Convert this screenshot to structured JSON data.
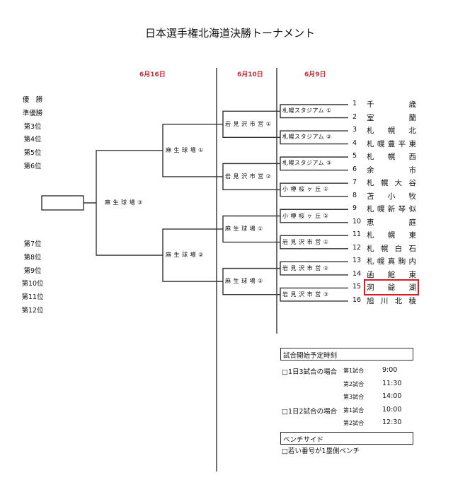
{
  "title": "日本選手権北海道決勝トーナメント",
  "dates": [
    "6月16日",
    "6月10日",
    "6月9日"
  ],
  "rankings_top": [
    "優　勝",
    "準優勝",
    "第3位",
    "第4位",
    "第5位",
    "第6位"
  ],
  "rankings_bottom": [
    "第7位",
    "第8位",
    "第9位",
    "第10位",
    "第11位",
    "第12位"
  ],
  "final": {
    "venue": "麻 生 球 場 ③",
    "winner": ""
  },
  "semifinals": [
    {
      "venue": "麻 生 球 場 ①"
    },
    {
      "venue": "麻 生 球 場 ②"
    }
  ],
  "quarterfinals": [
    {
      "venue": "岩 見 沢 市 営 ①"
    },
    {
      "venue": "岩 見 沢 市 営 ②"
    },
    {
      "venue": "麻 生 球 場 ①"
    },
    {
      "venue": "麻 生 球 場 ②"
    }
  ],
  "round1": [
    {
      "venue": "札幌スタジアム ①"
    },
    {
      "venue": "札幌スタジアム ②"
    },
    {
      "venue": "札幌スタジアム ③"
    },
    {
      "venue": "小 樽 桜 ヶ 丘 ①"
    },
    {
      "venue": "小 樽 桜 ヶ 丘 ②"
    },
    {
      "venue": "岩 見 沢 市 営 ①"
    },
    {
      "venue": "岩 見 沢 市 営 ②"
    },
    {
      "venue": "岩 見 沢 市 営 ③"
    }
  ],
  "teams": [
    {
      "no": "1",
      "name": [
        "千",
        "歳"
      ]
    },
    {
      "no": "2",
      "name": [
        "室",
        "蘭"
      ]
    },
    {
      "no": "3",
      "name": [
        "札",
        "幌",
        "北"
      ]
    },
    {
      "no": "4",
      "name": [
        "札",
        "幌",
        "豊",
        "平",
        "東"
      ]
    },
    {
      "no": "5",
      "name": [
        "札",
        "幌",
        "西"
      ]
    },
    {
      "no": "6",
      "name": [
        "余",
        "市"
      ]
    },
    {
      "no": "7",
      "name": [
        "札",
        "幌",
        "大",
        "谷"
      ]
    },
    {
      "no": "8",
      "name": [
        "苫",
        "小",
        "牧"
      ]
    },
    {
      "no": "9",
      "name": [
        "札",
        "幌",
        "新",
        "琴",
        "似"
      ]
    },
    {
      "no": "10",
      "name": [
        "恵",
        "庭"
      ]
    },
    {
      "no": "11",
      "name": [
        "札",
        "幌",
        "東"
      ]
    },
    {
      "no": "12",
      "name": [
        "札",
        "幌",
        "白",
        "石"
      ]
    },
    {
      "no": "13",
      "name": [
        "札",
        "幌",
        "真",
        "駒",
        "内"
      ]
    },
    {
      "no": "14",
      "name": [
        "函",
        "館",
        "東"
      ]
    },
    {
      "no": "15",
      "name": [
        "洞",
        "爺",
        "湖"
      ],
      "highlight": true
    },
    {
      "no": "16",
      "name": [
        "旭",
        "川",
        "北",
        "稜"
      ]
    }
  ],
  "highlight_color": "#d21f2b",
  "schedule": {
    "header": "試合開始予定時刻",
    "groups": [
      {
        "label": "□1日3試合の場合",
        "games": [
          {
            "game": "第1試合",
            "time": "9:00"
          },
          {
            "game": "第2試合",
            "time": "11:30"
          },
          {
            "game": "第3試合",
            "time": "14:00"
          }
        ]
      },
      {
        "label": "□1日2試合の場合",
        "games": [
          {
            "game": "第1試合",
            "time": "10:00"
          },
          {
            "game": "第2試合",
            "time": "12:30"
          }
        ]
      }
    ],
    "bench_header": "ベンチサイド",
    "bench_note": "□若い番号が1塁側ベンチ"
  }
}
